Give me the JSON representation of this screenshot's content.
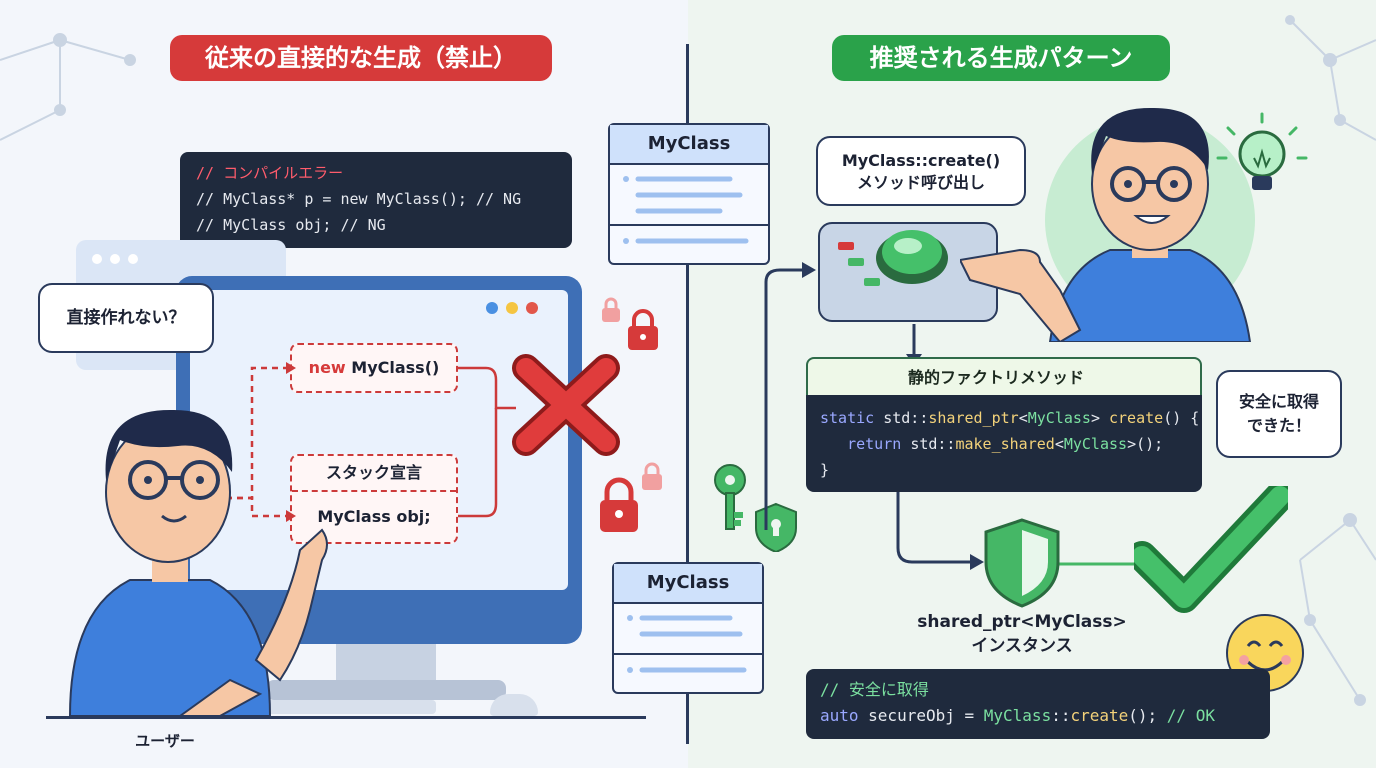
{
  "left": {
    "title": "従来の直接的な生成（禁止）",
    "code_error": {
      "line1": "// コンパイルエラー",
      "line2": "// MyClass* p = new MyClass(); // NG",
      "line3": "// MyClass obj; // NG"
    },
    "user_bubble": "直接作れない？",
    "new_box": {
      "keyword": "new",
      "text": "MyClass()"
    },
    "stack_box": {
      "title": "スタック宣言",
      "value": "MyClass obj;"
    },
    "user_caption": "ユーザー"
  },
  "middle": {
    "card_top_title": "MyClass",
    "card_bottom_title": "MyClass"
  },
  "right": {
    "title": "推奨される生成パターン",
    "create_bubble": {
      "line1": "MyClass::create()",
      "line2": "メソッド呼び出し"
    },
    "factory": {
      "title": "静的ファクトリメソッド",
      "line1_kw": "static",
      "line1_ns": "std::",
      "line1_fn": "shared_ptr",
      "line1_lt": "<",
      "line1_ty": "MyClass",
      "line1_gt": ">",
      "line1_create": "create",
      "line1_end": "() {",
      "line2_kw": "return",
      "line2_ns": "std::",
      "line2_fn": "make_shared",
      "line2_lt": "<",
      "line2_ty": "MyClass",
      "line2_end": ">();",
      "line3": "}"
    },
    "safe_bubble": {
      "line1": "安全に取得",
      "line2": "できた！"
    },
    "instance_caption": {
      "line1": "shared_ptr<MyClass>",
      "line2": "インスタンス"
    },
    "code_ok": {
      "comment": "// 安全に取得",
      "kw": "auto",
      "var": " secureObj = ",
      "ty": "MyClass",
      "sep": "::",
      "fn": "create",
      "end": "(); ",
      "tail": "// OK"
    }
  },
  "colors": {
    "danger": "#d63a3a",
    "success": "#2aa24a",
    "navy": "#2a3a5c",
    "code_bg": "#1f2a3d"
  }
}
